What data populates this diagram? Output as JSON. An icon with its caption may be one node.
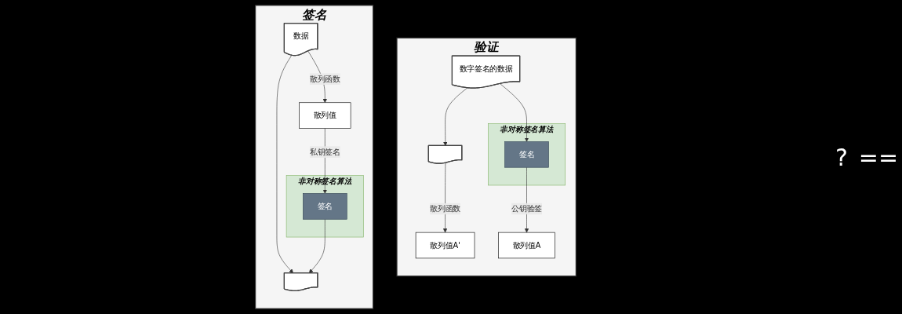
{
  "diagram": {
    "nodes": [
      {
        "text": [
          "签名"
        ]
      },
      {
        "text": [
          "数据"
        ],
        "in": 0
      },
      {
        "text": [
          "散列值"
        ],
        "in": 0
      },
      {
        "text": [
          "非对称签名算法"
        ],
        "in": 0
      },
      {
        "text": [
          "签名"
        ],
        "in": 3
      },
      {
        "text": [],
        "shape": "document",
        "in": 0
      },
      {
        "text": [
          "验证"
        ]
      },
      {
        "text": [
          "数字签名的数据"
        ],
        "in": 6
      },
      {
        "text": [],
        "shape": "document",
        "in": 6
      },
      {
        "text": [
          "非对称签名算法"
        ],
        "in": 6
      },
      {
        "text": [
          "签名"
        ],
        "in": 9
      },
      {
        "text": [
          "散列值A'"
        ],
        "in": 6
      },
      {
        "text": [
          "散列值A"
        ],
        "in": 6
      }
    ],
    "edges": [
      {
        "from": 1,
        "to": 2,
        "arrow": "to",
        "label": "散列函数"
      },
      {
        "from": 2,
        "to": 4,
        "arrow": "to",
        "label": "私钥签名"
      },
      {
        "from": 1,
        "to": 5,
        "arrow": "to"
      },
      {
        "from": 4,
        "to": 5,
        "arrow": "to"
      },
      {
        "from": 7,
        "to": 8,
        "arrow": "to"
      },
      {
        "from": 7,
        "to": 10,
        "arrow": "to"
      },
      {
        "from": 8,
        "to": 11,
        "arrow": "to",
        "label": "散列函数"
      },
      {
        "from": 10,
        "to": 12,
        "arrow": "to",
        "label": "公钥验签"
      }
    ],
    "labels": [
      "?",
      "=="
    ]
  }
}
